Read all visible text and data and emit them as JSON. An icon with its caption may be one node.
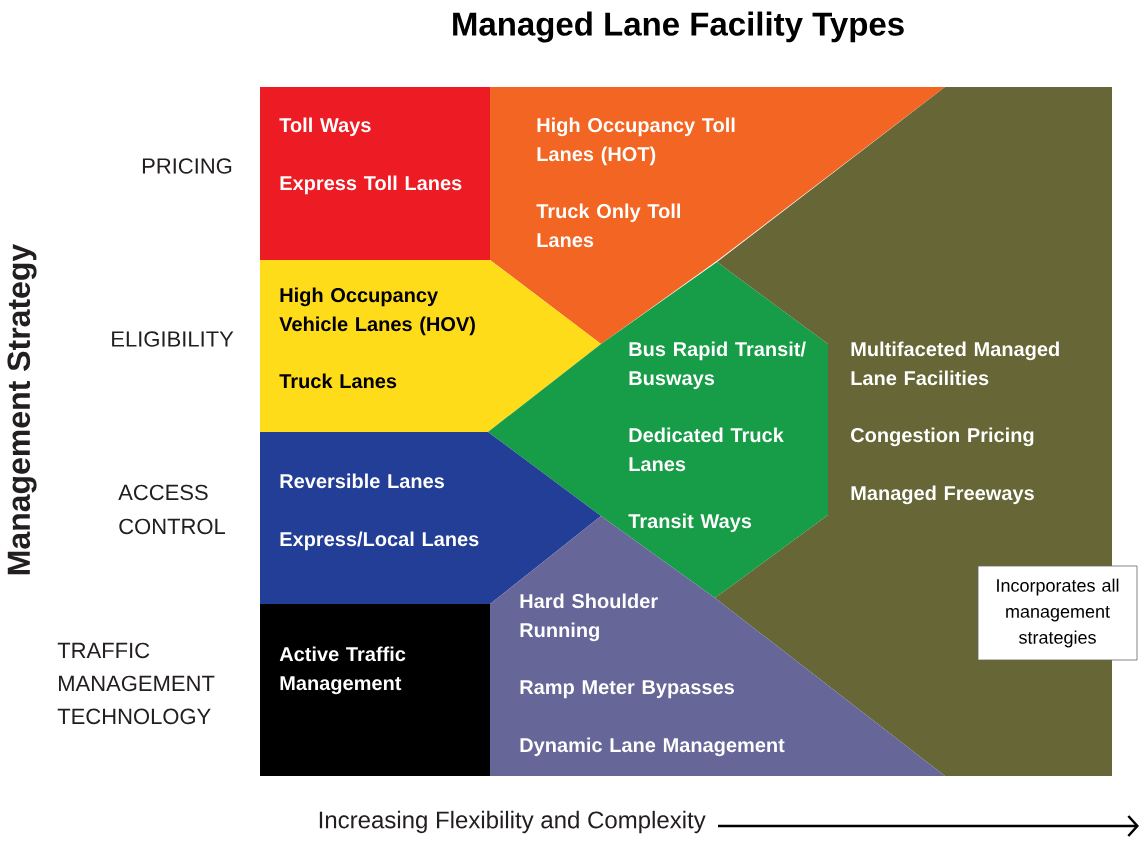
{
  "diagram": {
    "title": "Managed Lane Facility Types",
    "nodes": [
      {
        "text": [
          "Toll Ways",
          "Express Toll Lanes"
        ]
      },
      {
        "text": [
          "High Occupancy Toll Lanes (HOT)",
          "Truck Only Toll Lanes"
        ]
      },
      {
        "text": [
          "High Occupancy Vehicle Lanes (HOV)",
          "Truck Lanes"
        ]
      },
      {
        "text": [
          "Bus Rapid Transit/ Busways",
          "Dedicated Truck Lanes",
          "Transit Ways"
        ]
      },
      {
        "text": [
          "Multifaceted Managed Lane Facilities",
          "Congestion Pricing",
          "Managed Freeways"
        ]
      },
      {
        "text": [
          "Reversible Lanes",
          "Express/Local Lanes"
        ]
      },
      {
        "text": [
          "Active Traffic Management"
        ]
      },
      {
        "text": [
          "Hard Shoulder Running",
          "Ramp Meter Bypasses",
          "Dynamic Lane Management"
        ]
      },
      {
        "text": [
          "Incorporates all management strategies"
        ],
        "in": 4
      }
    ],
    "edges": [],
    "labels": [
      "Management Strategy",
      "PRICING",
      "ELIGIBILITY",
      "ACCESS CONTROL",
      "TRAFFIC MANAGEMENT TECHNOLOGY",
      "Increasing Flexibility and Complexity"
    ]
  }
}
